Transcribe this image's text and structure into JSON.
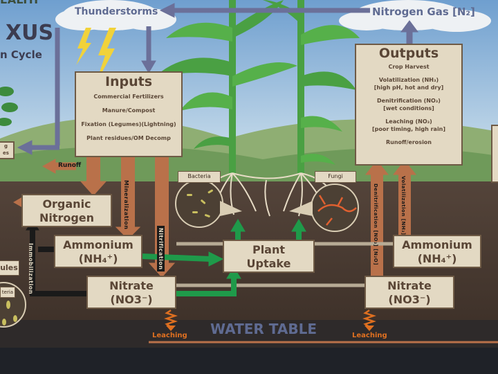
{
  "brand": {
    "partial_top": "EALTH",
    "partial_logo": "XUS",
    "partial_subtitle": "n Cycle"
  },
  "sky_labels": {
    "thunderstorms": "Thunderstorms",
    "nitrogen_gas": "Nitrogen Gas [N₂]"
  },
  "inputs": {
    "title": "Inputs",
    "items": [
      "Commercial Fertilizers",
      "Manure/Compost",
      "Fixation (Legumes)(Lightning)",
      "Plant residues/OM Decomp"
    ]
  },
  "outputs": {
    "title": "Outputs",
    "items": [
      "Crop Harvest",
      "Volatilization (NH₃)",
      "[high pH, hot and dry]",
      "Denitrification (NO₃)",
      "[wet conditions]",
      "Leaching (NO₃)",
      "[poor timing, high rain]",
      "Runoff/erosion"
    ]
  },
  "pools": {
    "organic_nitrogen": [
      "Organic",
      "Nitrogen"
    ],
    "ammonium_left": [
      "Ammonium",
      "(NH₄⁺)"
    ],
    "nitrate_left": [
      "Nitrate",
      "(NO3⁻)"
    ],
    "plant_uptake": [
      "Plant",
      "Uptake"
    ],
    "ammonium_right": [
      "Ammonium",
      "(NH₄⁺)"
    ],
    "nitrate_right": [
      "Nitrate",
      "(NO3⁻)"
    ]
  },
  "process_labels": {
    "runoff": "Runoff",
    "mineralization": "Mineralization",
    "nitrification": "Nitrification",
    "immobilization": "Immobilization",
    "denitrification": "Denitrification [NO₃] [N₂O]",
    "volatilization": "Volatilization [NH₃]",
    "leaching_left": "Leaching",
    "leaching_right": "Leaching"
  },
  "microbes": {
    "bacteria": "Bacteria",
    "fungi": "Fungi",
    "left_bacteria_partial": "teria",
    "left_partial_label": "ules",
    "left_partial_box": "g\nes"
  },
  "water_table": "WATER TABLE",
  "colors": {
    "sky_top": "#8fb6d8",
    "soil": "#4a3b30",
    "box_fill": "#e3d9c3",
    "box_border": "#6e5a45",
    "arrow_brown": "#b9714a",
    "arrow_green": "#1f9a4a",
    "arrow_black": "#1a1a1a",
    "arrow_slate": "#6b7099",
    "water_table_text": "#5f6b92"
  }
}
